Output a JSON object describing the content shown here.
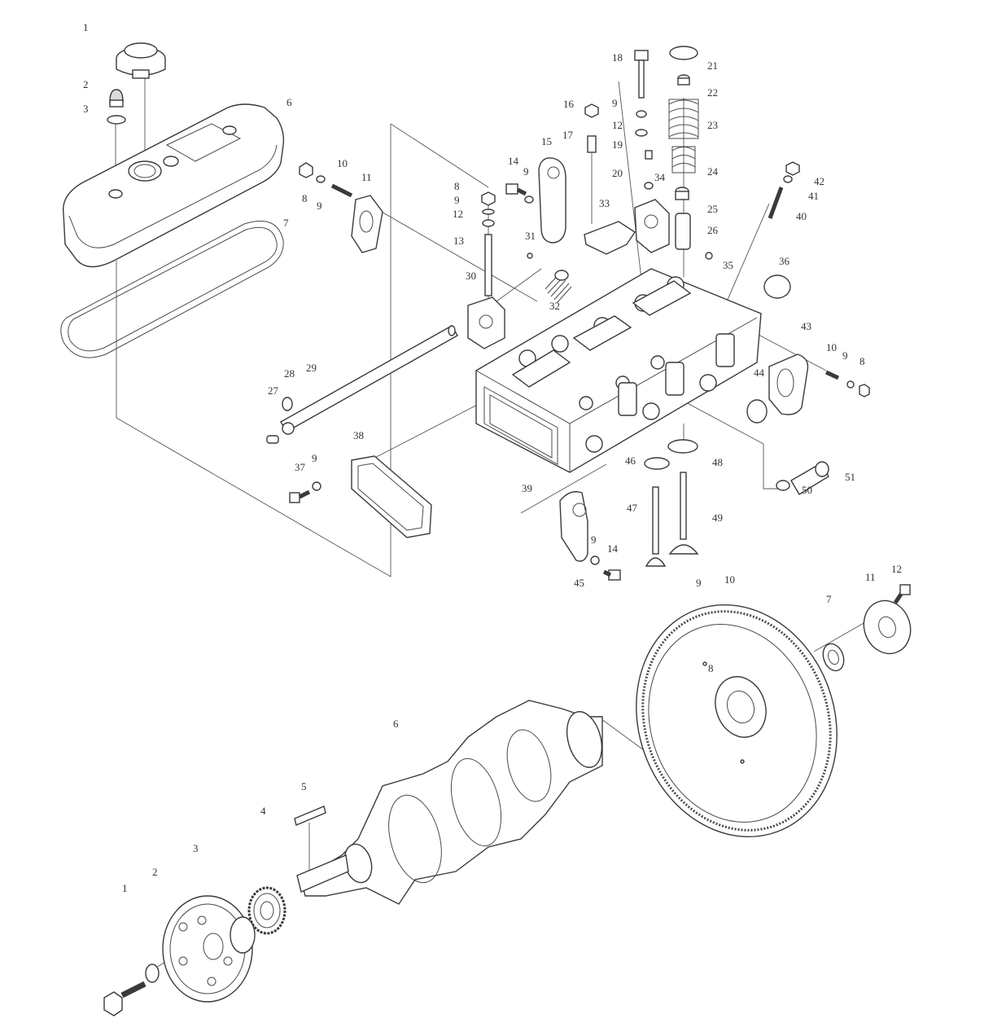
{
  "diagram": {
    "upper_assembly": {
      "callouts": [
        "1",
        "2",
        "3",
        "6",
        "7",
        "8",
        "9",
        "10",
        "11",
        "8",
        "9",
        "12",
        "13",
        "14",
        "9",
        "15",
        "16",
        "17",
        "18",
        "9",
        "12",
        "19",
        "20",
        "21",
        "22",
        "23",
        "24",
        "25",
        "26",
        "34",
        "33",
        "31",
        "32",
        "30",
        "35",
        "36",
        "42",
        "41",
        "40",
        "43",
        "10",
        "9",
        "8",
        "44",
        "27",
        "28",
        "29",
        "37",
        "9",
        "38",
        "39",
        "45",
        "9",
        "14",
        "46",
        "47",
        "48",
        "49",
        "50",
        "51"
      ]
    },
    "lower_assembly": {
      "callouts": [
        "1",
        "2",
        "3",
        "4",
        "5",
        "6",
        "7",
        "8",
        "9",
        "10",
        "11",
        "12"
      ]
    }
  }
}
